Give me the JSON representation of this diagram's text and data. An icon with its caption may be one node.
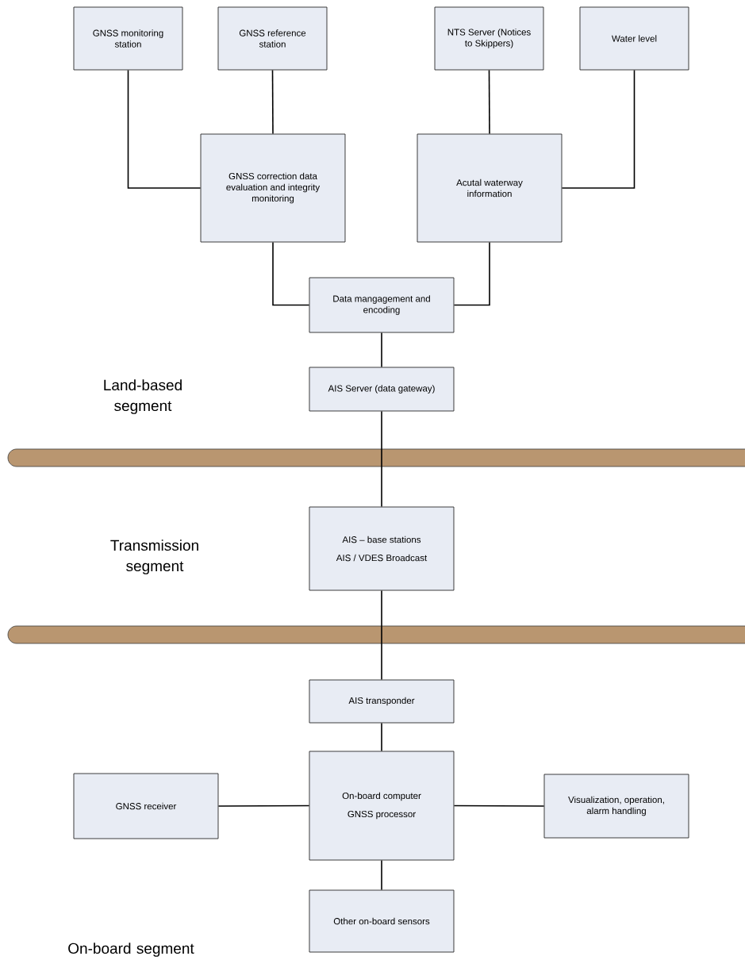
{
  "diagram": {
    "nodes": [
      {
        "text": [
          "GNSS monitoring station"
        ]
      },
      {
        "text": [
          "GNSS reference station"
        ]
      },
      {
        "text": [
          "NTS Server (Notices to Skippers)"
        ]
      },
      {
        "text": [
          "Water level"
        ]
      },
      {
        "text": [
          "GNSS  correction data evaluation and integrity monitoring"
        ]
      },
      {
        "text": [
          "Acutal waterway information"
        ]
      },
      {
        "text": [
          "Data mangagement and encoding"
        ]
      },
      {
        "text": [
          "AIS Server (data gateway)"
        ]
      },
      {
        "text": [
          "AIS – base stations",
          "AIS / VDES Broadcast"
        ]
      },
      {
        "text": [
          "AIS transponder"
        ]
      },
      {
        "text": [
          "On-board computer",
          "GNSS processor"
        ]
      },
      {
        "text": [
          "GNSS receiver"
        ]
      },
      {
        "text": [
          "Visualization, operation, alarm handling"
        ]
      },
      {
        "text": [
          "Other on-board sensors"
        ]
      }
    ],
    "edges": [
      {
        "from": 0,
        "to": 4,
        "arrow": "none"
      },
      {
        "from": 1,
        "to": 4,
        "arrow": "none"
      },
      {
        "from": 2,
        "to": 5,
        "arrow": "none"
      },
      {
        "from": 3,
        "to": 5,
        "arrow": "none"
      },
      {
        "from": 4,
        "to": 6,
        "arrow": "none"
      },
      {
        "from": 5,
        "to": 6,
        "arrow": "none"
      },
      {
        "from": 6,
        "to": 7,
        "arrow": "none"
      },
      {
        "from": 7,
        "to": 8,
        "arrow": "none"
      },
      {
        "from": 8,
        "to": 9,
        "arrow": "none"
      },
      {
        "from": 9,
        "to": 10,
        "arrow": "none"
      },
      {
        "from": 11,
        "to": 10,
        "arrow": "none"
      },
      {
        "from": 10,
        "to": 12,
        "arrow": "none"
      },
      {
        "from": 10,
        "to": 13,
        "arrow": "none"
      }
    ],
    "labels": [
      "Land-based segment",
      "Transmission segment",
      "On-board segment"
    ]
  }
}
